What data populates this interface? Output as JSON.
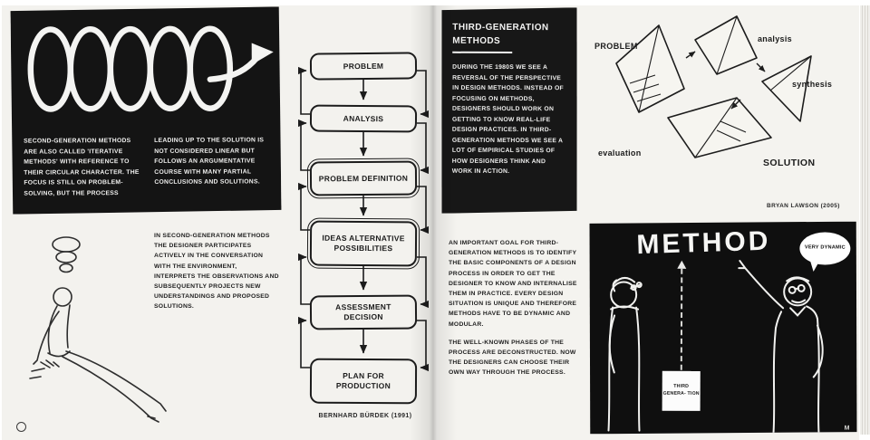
{
  "colors": {
    "ink": "#1c1c1c",
    "paper": "#f3f2ee",
    "panel_black": "#141414",
    "text_white": "#efefee"
  },
  "left_page": {
    "intro_panel": {
      "col1": "SECOND-GENERATION METHODS ARE ALSO CALLED 'ITERATIVE METHODS' WITH REFERENCE TO THEIR CIRCULAR CHARACTER. THE FOCUS IS STILL ON PROBLEM-SOLVING, BUT THE PROCESS",
      "col2": "LEADING UP TO THE SOLUTION IS NOT CONSIDERED LINEAR BUT FOLLOWS AN ARGUMENTATIVE COURSE WITH MANY PARTIAL CONCLUSIONS AND SOLUTIONS."
    },
    "body_text": "IN SECOND-GENERATION METHODS THE DESIGNER PARTICIPATES ACTIVELY IN THE CONVERSATION WITH THE ENVIRONMENT, INTERPRETS THE OBSERVATIONS AND SUBSEQUENTLY PROJECTS NEW UNDERSTANDINGS AND PROPOSED SOLUTIONS.",
    "flowchart": {
      "boxes": [
        "PROBLEM",
        "ANALYSIS",
        "PROBLEM DEFINITION",
        "IDEAS ALTERNATIVE POSSIBILITIES",
        "ASSESSMENT DECISION",
        "PLAN FOR PRODUCTION"
      ],
      "caption": "BERNHARD BÜRDEK (1991)"
    }
  },
  "right_page": {
    "heading": "THIRD-GENERATION METHODS",
    "intro": "DURING THE 1980S WE SEE A REVERSAL OF THE PERSPECTIVE IN DESIGN METHODS. INSTEAD OF FOCUSING ON METHODS, DESIGNERS SHOULD WORK ON GETTING TO KNOW REAL-LIFE DESIGN PRACTICES. IN THIRD-GENERATION METHODS WE SEE A LOT OF EMPIRICAL STUDIES OF HOW DESIGNERS THINK AND WORK IN ACTION.",
    "diagram": {
      "labels": {
        "problem": "PROBLEM",
        "analysis": "analysis",
        "synthesis": "synthesis",
        "evaluation": "evaluation",
        "solution": "SOLUTION"
      },
      "caption": "BRYAN LAWSON (2005)"
    },
    "body_text_1": "AN IMPORTANT GOAL FOR THIRD-GENERATION METHODS IS TO IDENTIFY THE BASIC COMPONENTS OF A DESIGN PROCESS IN ORDER TO GET THE DESIGNER TO KNOW AND INTERNALISE THEM IN PRACTICE. EVERY DESIGN SITUATION IS UNIQUE AND THEREFORE METHODS HAVE TO BE DYNAMIC AND MODULAR.",
    "body_text_2": "THE WELL-KNOWN PHASES OF THE PROCESS ARE DECONSTRUCTED. NOW THE DESIGNERS CAN CHOOSE THEIR OWN WAY THROUGH THE PROCESS.",
    "method_panel": {
      "title": "METHOD",
      "speech_bubble": "VERY DYNAMIC",
      "tag_label": "THIRD GENERA- TION",
      "signature": "M"
    }
  }
}
